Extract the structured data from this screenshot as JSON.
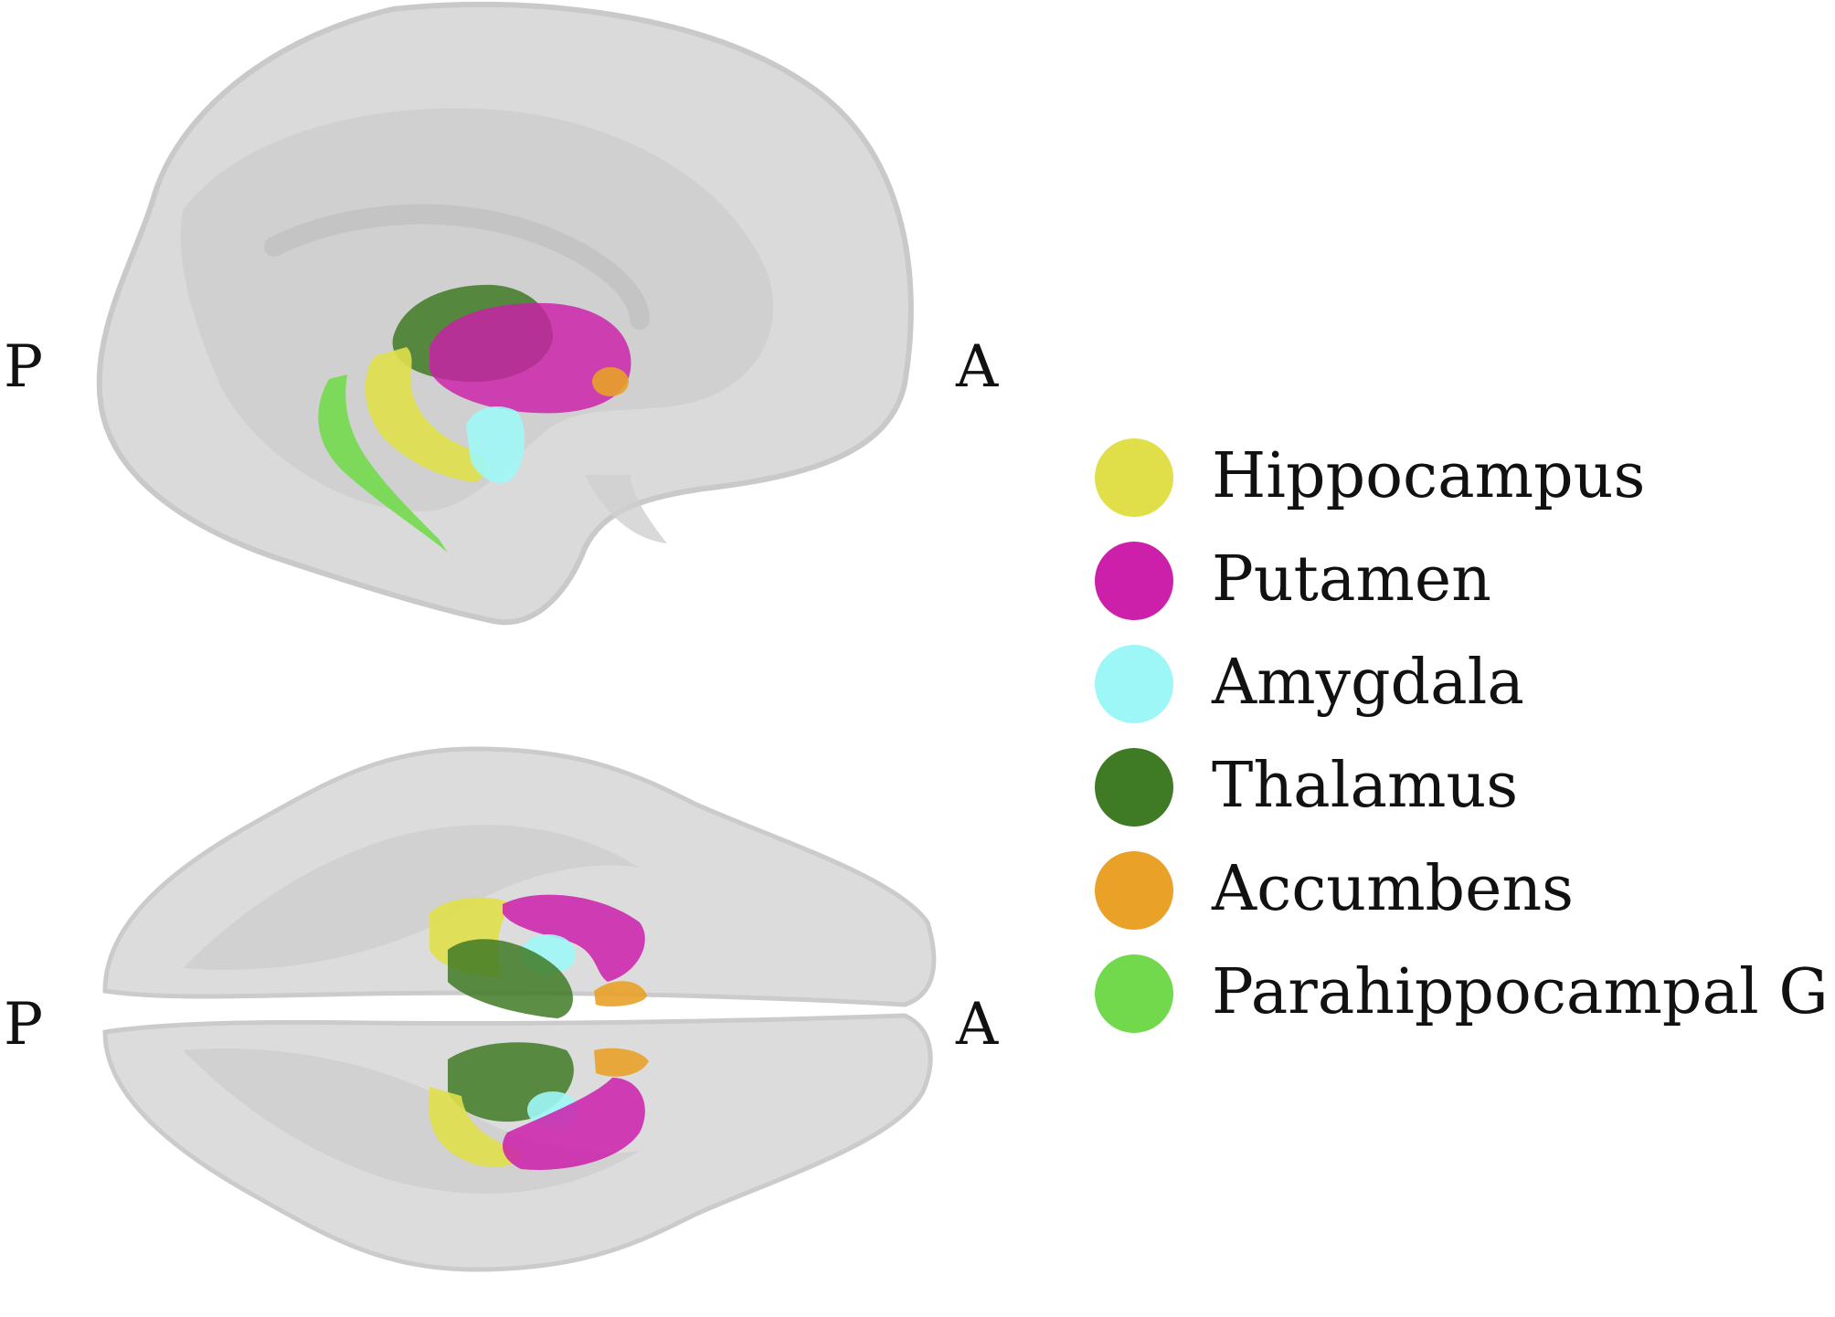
{
  "views": {
    "sagittal": {
      "posterior_label": "P",
      "anterior_label": "A"
    },
    "axial": {
      "posterior_label": "P",
      "anterior_label": "A"
    }
  },
  "legend": {
    "items": [
      {
        "label": "Hippocampus",
        "color": "#e0df4a"
      },
      {
        "label": "Putamen",
        "color": "#cc1faa"
      },
      {
        "label": "Amygdala",
        "color": "#9ef7f7"
      },
      {
        "label": "Thalamus",
        "color": "#3f7a25"
      },
      {
        "label": "Accumbens",
        "color": "#e9a128"
      },
      {
        "label": "Parahippocampal G",
        "color": "#72d94c"
      }
    ]
  }
}
